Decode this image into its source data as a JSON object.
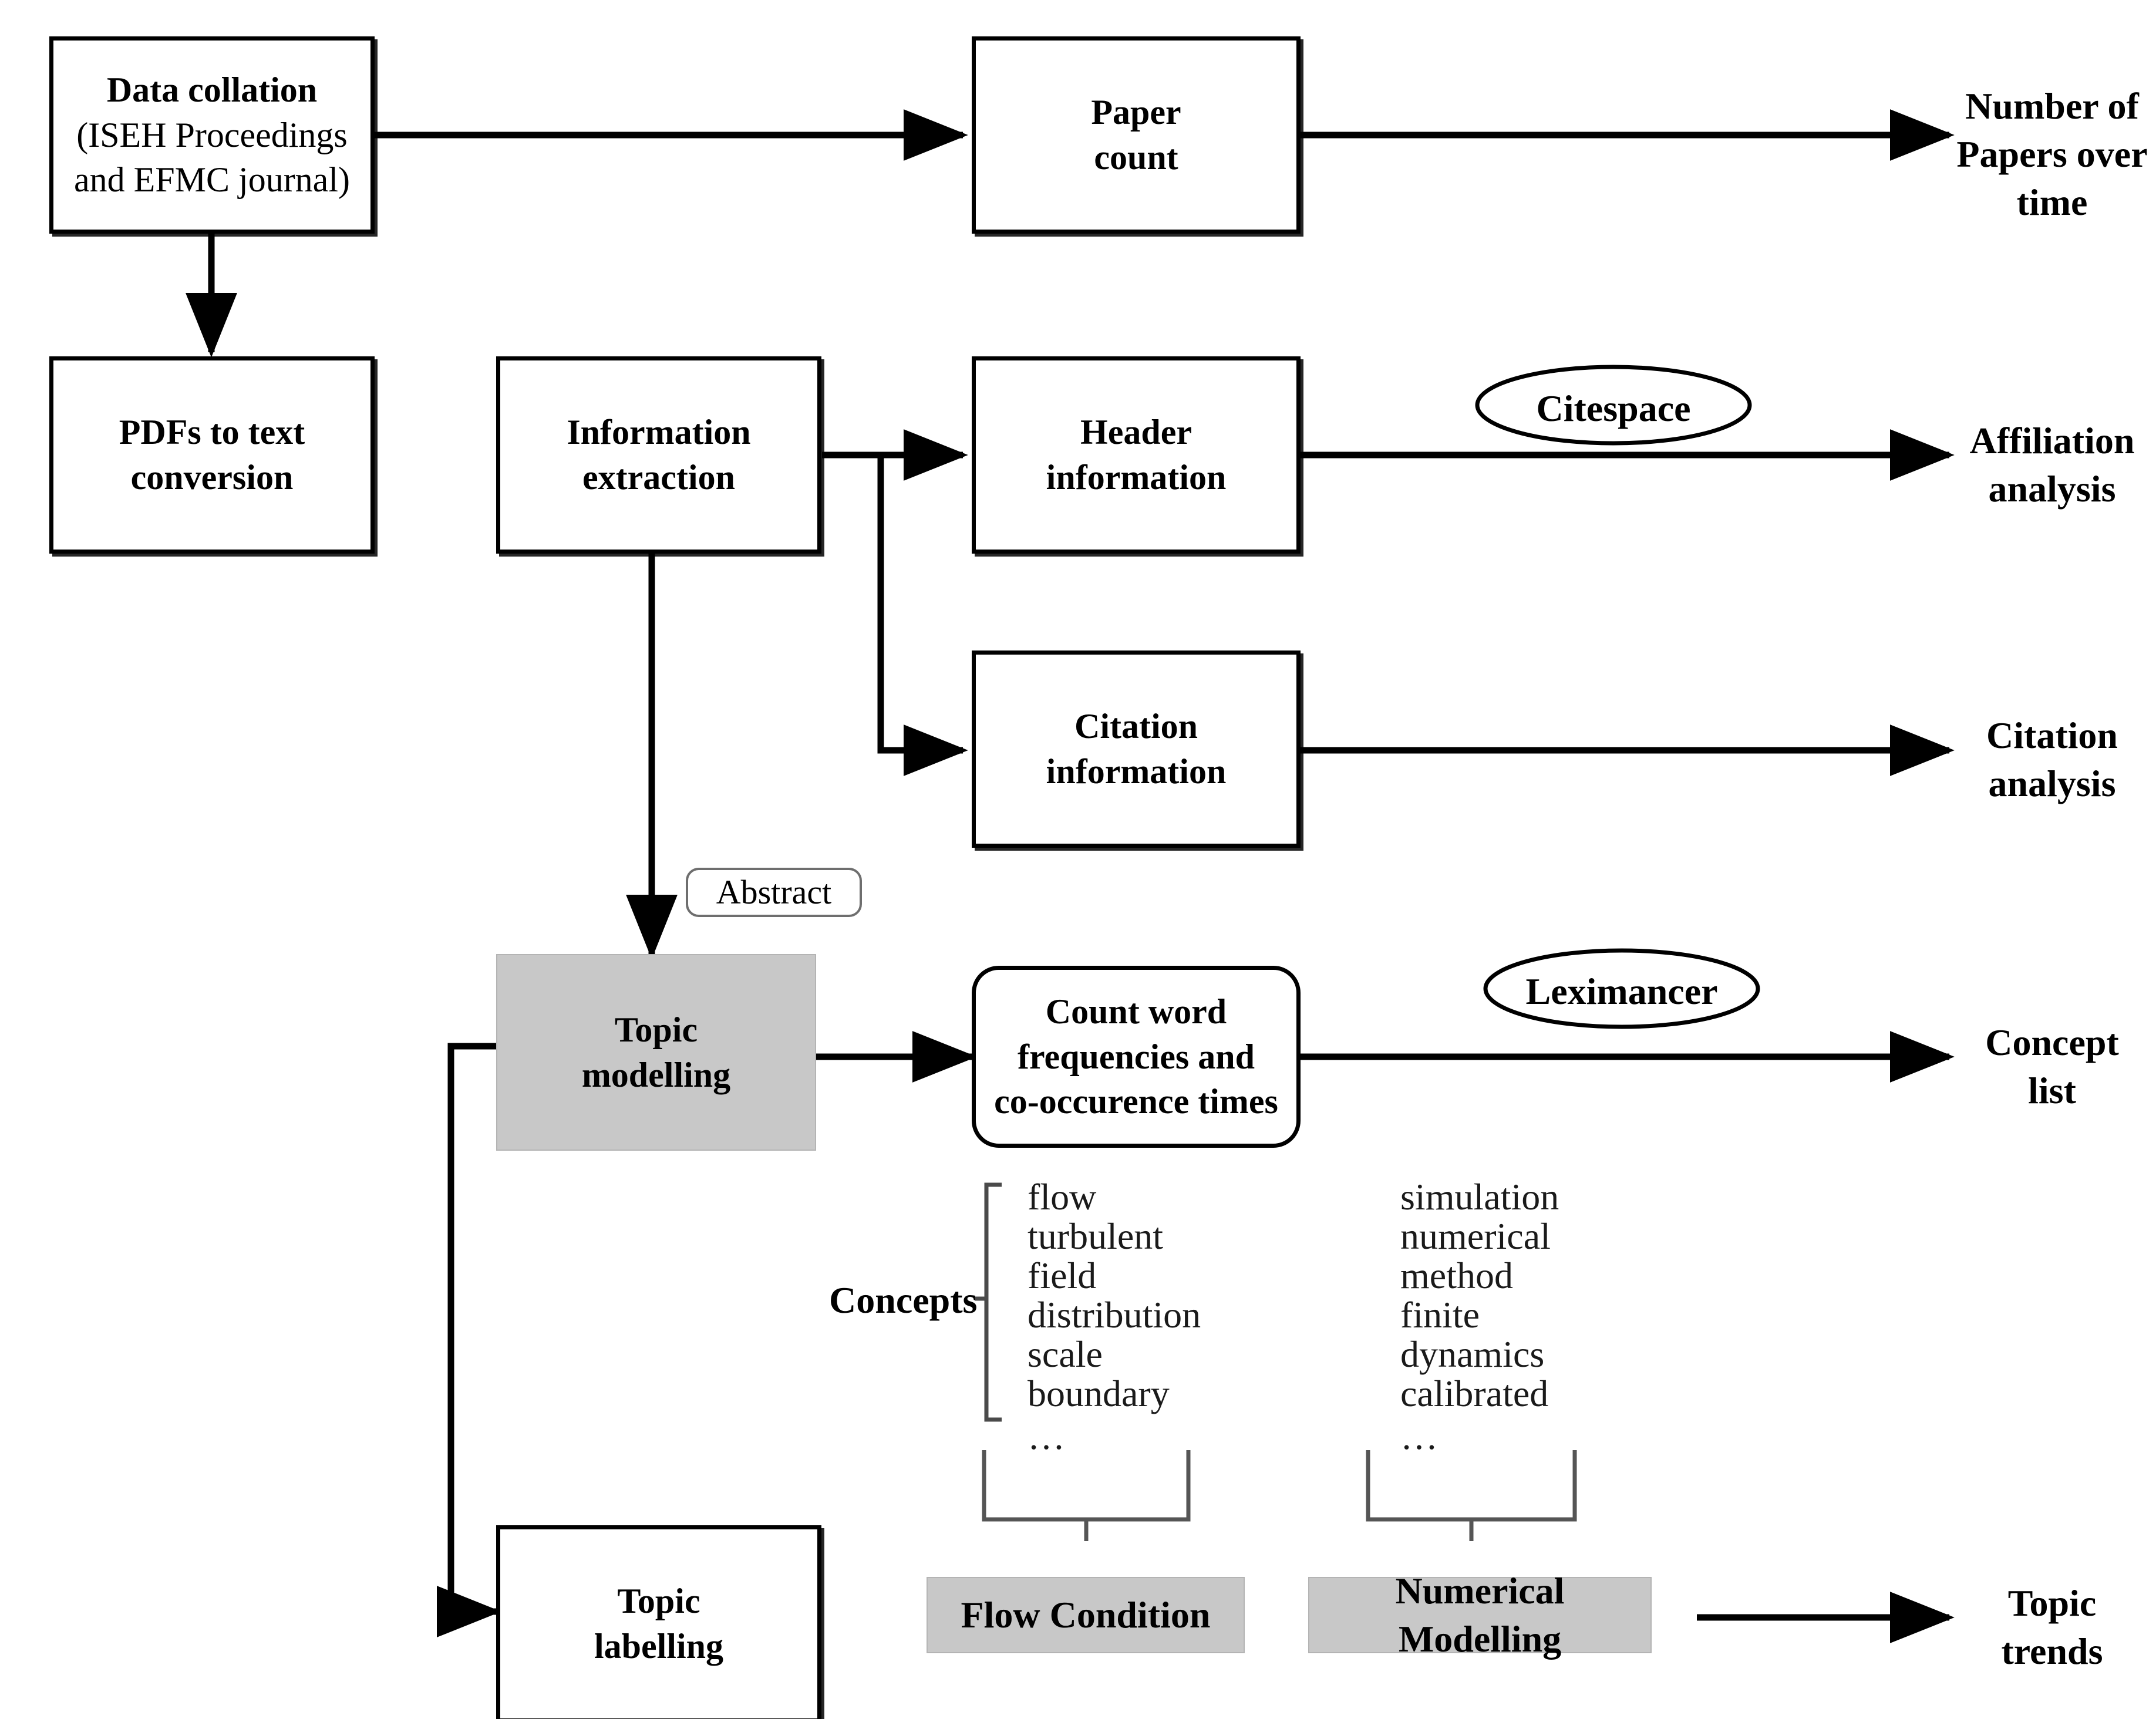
{
  "diagram": {
    "title": "Bibliometric analysis workflow",
    "colors": {
      "stroke": "#000000",
      "shaded_fill": "#c8c8c8",
      "tag_border": "#6e6e6e",
      "background": "#ffffff"
    },
    "nodes": {
      "data_collation": "Data collation\n(ISEH Proceedings\nand EFMC journal)",
      "data_collation_line1": "Data collation",
      "data_collation_line2": "(ISEH Proceedings",
      "data_collation_line3": "and EFMC journal)",
      "paper_count_line1": "Paper",
      "paper_count_line2": "count",
      "pdfs_line1": "PDFs to text",
      "pdfs_line2": "conversion",
      "info_extraction_line1": "Information",
      "info_extraction_line2": "extraction",
      "header_info_line1": "Header",
      "header_info_line2": "information",
      "citation_info_line1": "Citation",
      "citation_info_line2": "information",
      "topic_modelling_line1": "Topic",
      "topic_modelling_line2": "modelling",
      "count_word_line1": "Count word",
      "count_word_line2": "frequencies and",
      "count_word_line3": "co-occurence times",
      "topic_labelling_line1": "Topic",
      "topic_labelling_line2": "labelling"
    },
    "tools": {
      "citespace": "Citespace",
      "leximancer": "Leximancer"
    },
    "tags": {
      "abstract": "Abstract"
    },
    "outputs": {
      "papers_over_time_line1": "Number of",
      "papers_over_time_line2": "Papers over",
      "papers_over_time_line3": "time",
      "affiliation_line1": "Affiliation",
      "affiliation_line2": "analysis",
      "citation_line1": "Citation",
      "citation_line2": "analysis",
      "concept_line1": "Concept",
      "concept_line2": "list",
      "topic_trends_line1": "Topic",
      "topic_trends_line2": "trends"
    },
    "concepts": {
      "label": "Concepts",
      "ellipsis": "…",
      "group_left": {
        "topic_label": "Flow Condition",
        "words": [
          "flow",
          "turbulent",
          "field",
          "distribution",
          "scale",
          "boundary"
        ]
      },
      "group_right": {
        "topic_label": "Numerical Modelling",
        "words": [
          "simulation",
          "numerical",
          "method",
          "finite",
          "dynamics",
          "calibrated"
        ]
      }
    }
  }
}
